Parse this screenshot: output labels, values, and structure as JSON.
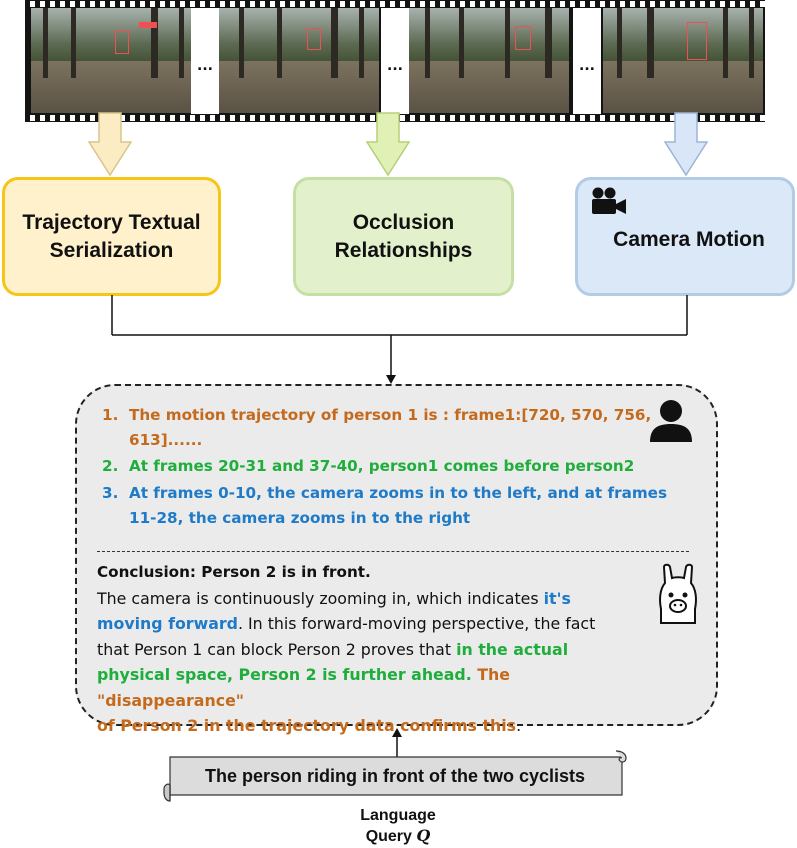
{
  "film": {
    "ellipsis": [
      "...",
      "...",
      "..."
    ]
  },
  "boxes": {
    "trajectory": {
      "line1": "Trajectory Textual",
      "line2": "Serialization"
    },
    "occlusion": {
      "line1": "Occlusion",
      "line2": "Relationships"
    },
    "camera": {
      "label": "Camera Motion",
      "icon": "video-camera-icon"
    }
  },
  "colors": {
    "trajectory_fill": "#fff1cc",
    "trajectory_border": "#f5c518",
    "occlusion_fill": "#e2f0cb",
    "occlusion_border": "#c5e0a5",
    "camera_fill": "#dae8f7",
    "camera_border": "#b4cbe5",
    "orange": "#c46a1d",
    "green": "#1fae3c",
    "blue": "#1f7ac8"
  },
  "steps": [
    {
      "num": "1.",
      "line1": "The motion trajectory of person 1 is : frame1:[720, 570, 756,",
      "line2": "613]......"
    },
    {
      "num": "2.",
      "line1": "At frames 20-31 and 37-40, person1 comes before person2"
    },
    {
      "num": "3.",
      "line1": "At frames 0-10, the camera zooms in to the left, and at frames",
      "line2": "11-28, the camera zooms in to the right"
    }
  ],
  "conclusion": {
    "title": "Conclusion: Person 2 is in front.",
    "p1": "The camera is continuously zooming in, which indicates ",
    "p1_hl": "it's",
    "p2_hl": "moving forward",
    "p2": ". In this forward-moving perspective, the fact",
    "p3": "that Person 1 can block Person 2 proves that ",
    "p3_hl": "in the actual",
    "p4_hl_green": "physical space, Person 2 is further ahead. ",
    "p4_hl_orange": "The \"disappearance\"",
    "p5_hl": "of Person 2 in the trajectory data confirms this",
    "p5": "."
  },
  "icons": {
    "user": "person-icon",
    "llm": "llama-icon"
  },
  "query": {
    "text": "The person riding in front of the two cyclists",
    "label_line1": "Language",
    "label_line2": "Query ",
    "label_symbol": "Q"
  }
}
